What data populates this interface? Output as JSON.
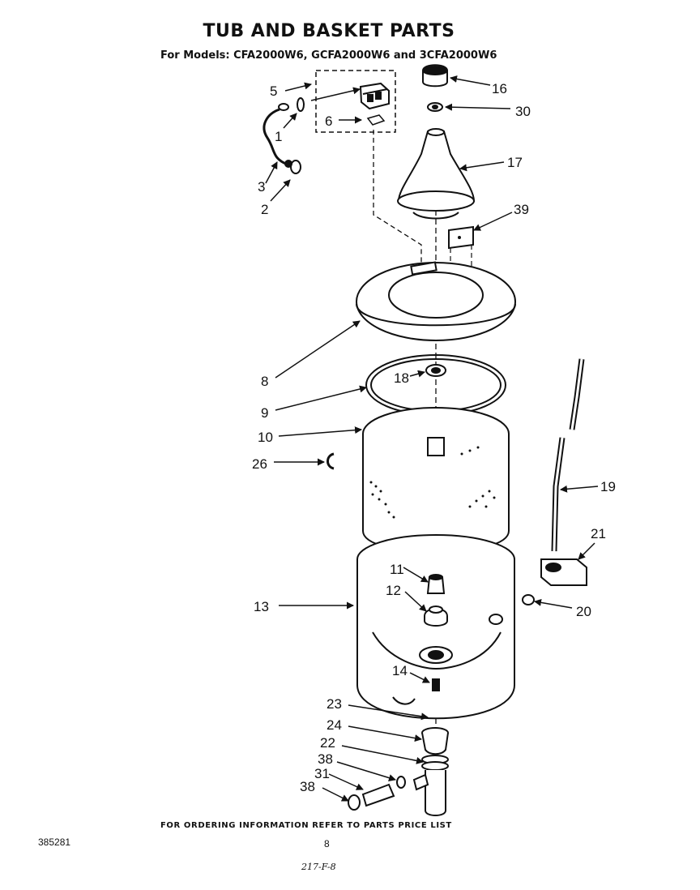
{
  "header": {
    "title": "TUB AND BASKET PARTS",
    "subtitle": "For Models: CFA2000W6, GCFA2000W6 and 3CFA2000W6"
  },
  "footer": {
    "ordering_note": "FOR ORDERING INFORMATION REFER TO PARTS PRICE LIST",
    "document_number": "385281",
    "page_number": "8",
    "handwritten_note": "217-F-8"
  },
  "callouts": [
    "1",
    "2",
    "3",
    "5",
    "6",
    "8",
    "9",
    "10",
    "11",
    "12",
    "13",
    "14",
    "16",
    "17",
    "18",
    "19",
    "20",
    "21",
    "22",
    "23",
    "24",
    "26",
    "30",
    "31",
    "38",
    "38",
    "39"
  ]
}
